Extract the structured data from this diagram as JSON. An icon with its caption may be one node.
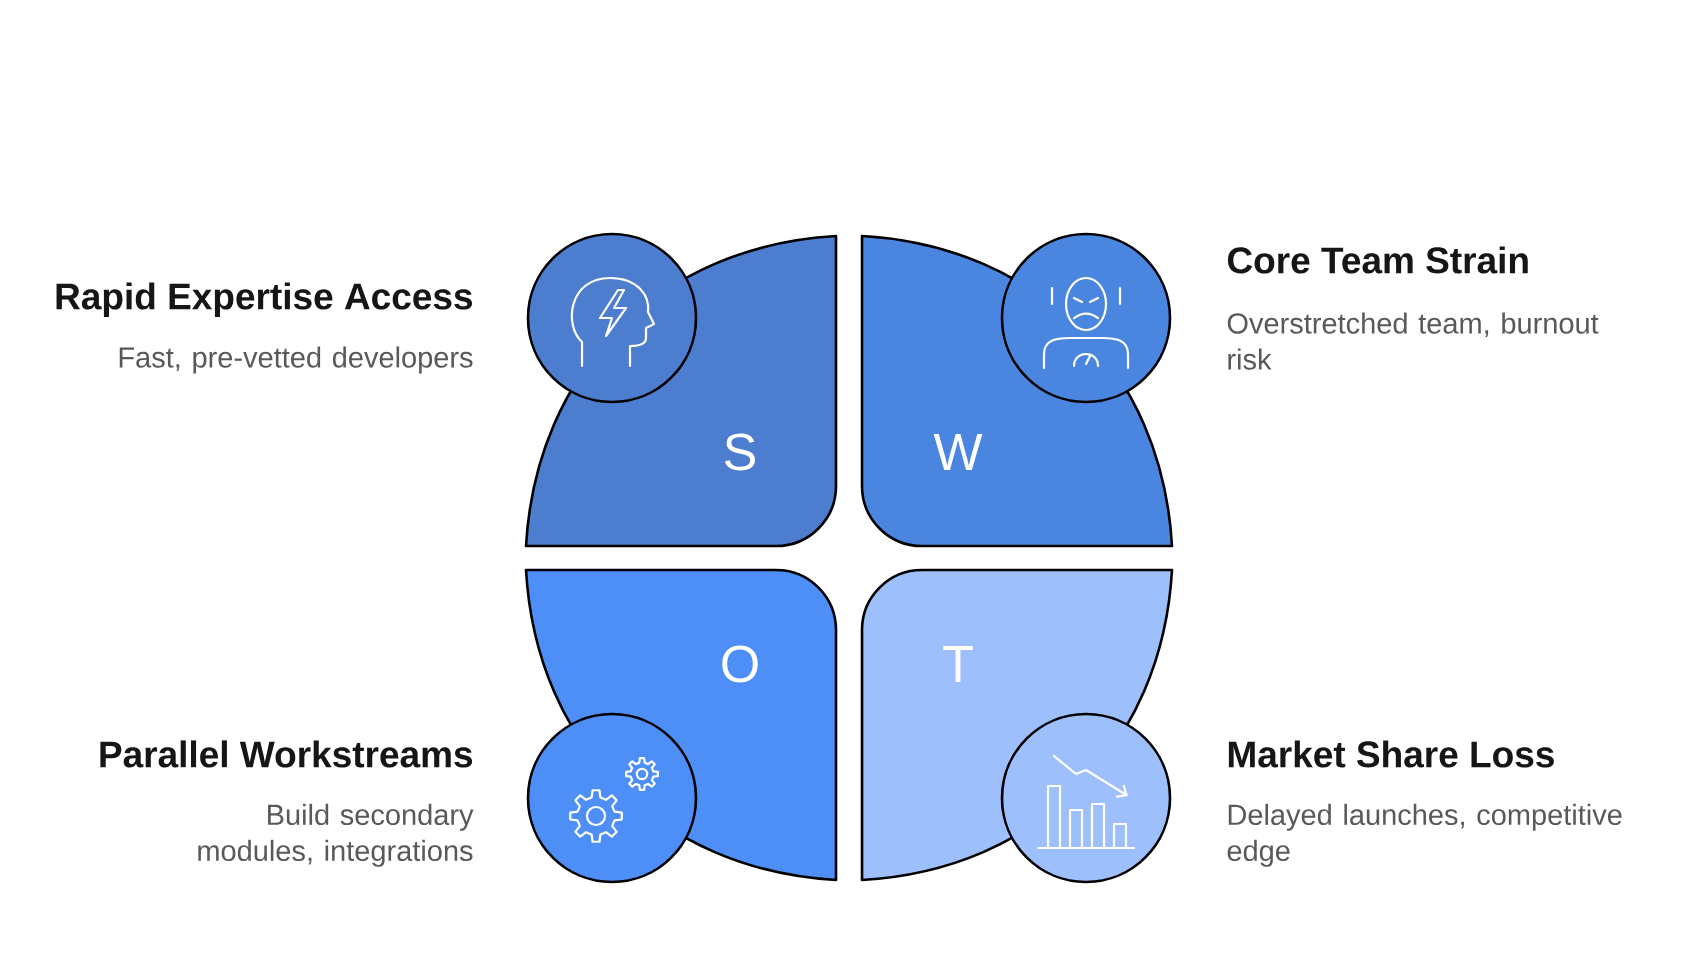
{
  "diagram": {
    "nodes": [
      {
        "text": [
          "S"
        ],
        "beside": [
          "Rapid Expertise Access",
          "Fast, pre-vetted developers"
        ]
      },
      {
        "text": [
          "W"
        ],
        "beside": [
          "Core Team Strain",
          "Overstretched team, burnout risk"
        ]
      },
      {
        "text": [
          "O"
        ],
        "beside": [
          "Parallel Workstreams",
          "Build secondary modules, integrations"
        ]
      },
      {
        "text": [
          "T"
        ],
        "beside": [
          "Market Share Loss",
          "Delayed launches, competitive edge"
        ]
      }
    ]
  }
}
